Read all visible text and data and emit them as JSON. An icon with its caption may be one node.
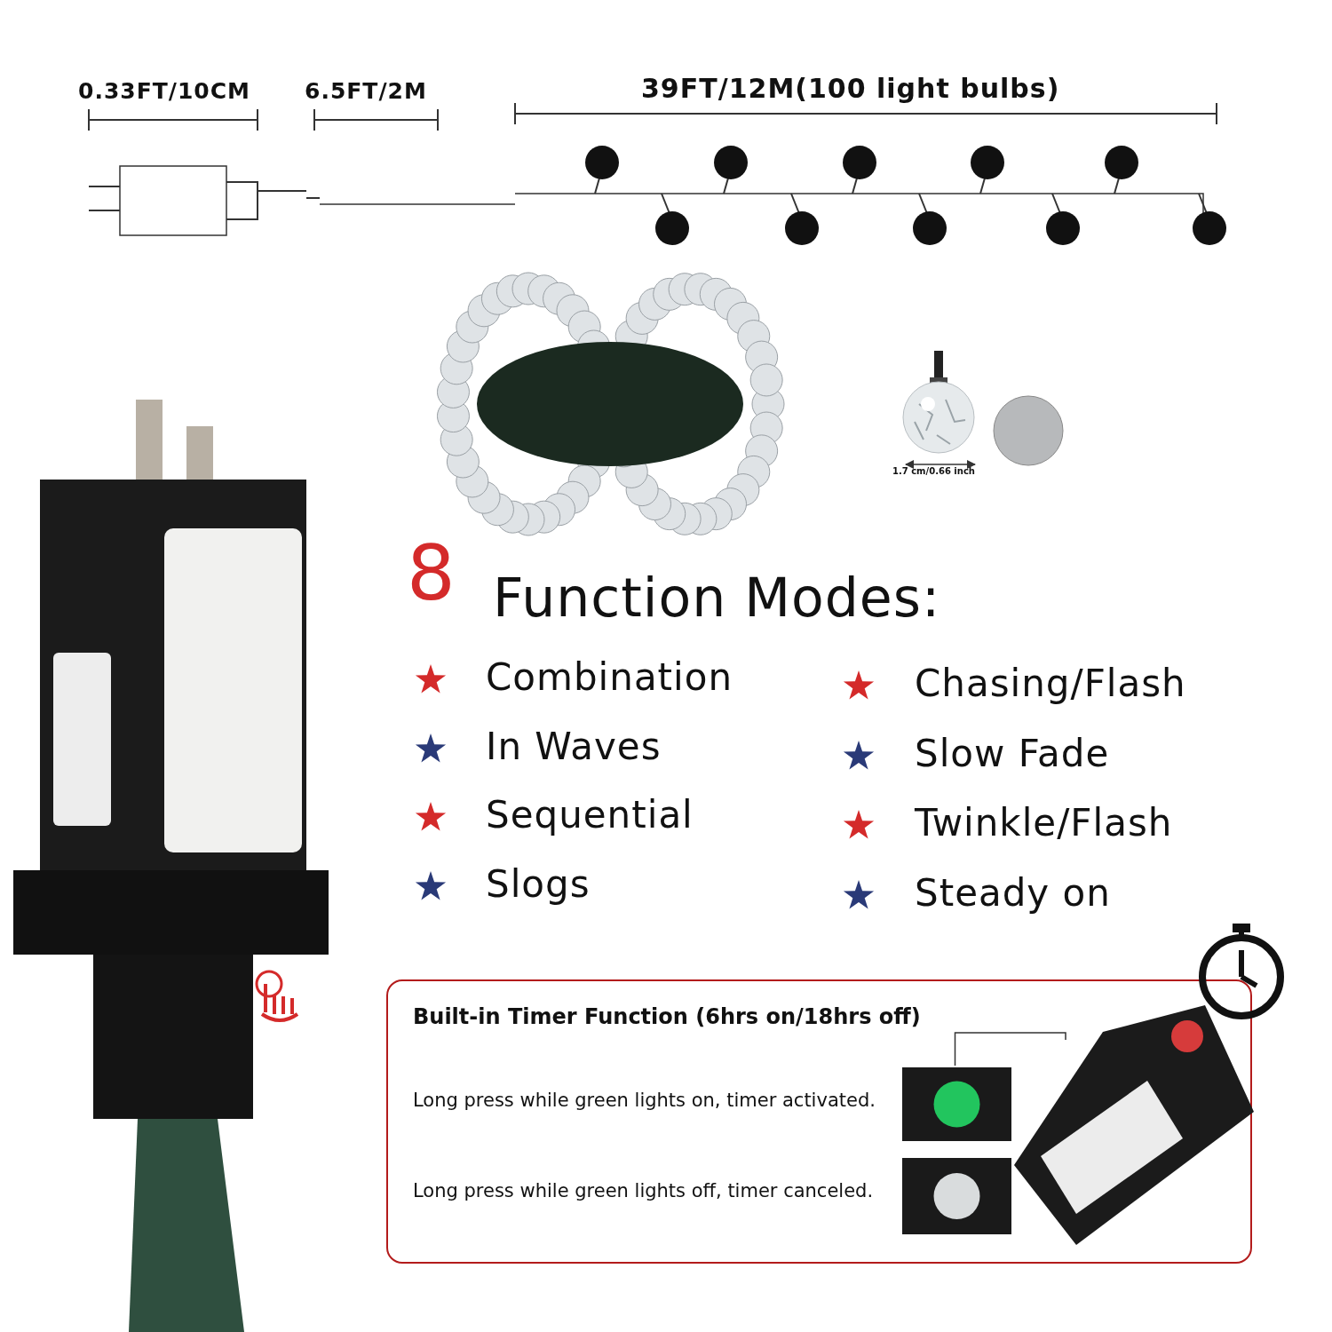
{
  "diagram": {
    "nodes": [
      {
        "text": [],
        "shape": "picture"
      },
      {
        "text": [],
        "shape": "picture"
      },
      {
        "text": [],
        "shape": "picture"
      },
      {
        "text": [],
        "shape": "picture",
        "beside": [
          "1.7 cm/0.66 inch"
        ]
      },
      {
        "text": [],
        "shape": "circle"
      },
      {
        "text": [],
        "shape": "picture"
      },
      {
        "text": [
          "Built-in Timer  Function (6hrs on/18hrs off)",
          "Long press while green lights on, timer activated.",
          "Long press while green lights off, timer canceled."
        ]
      },
      {
        "text": [],
        "shape": "picture",
        "in": 6
      },
      {
        "text": [],
        "shape": "picture",
        "in": 6
      },
      {
        "text": [],
        "shape": "picture",
        "in": 6
      }
    ],
    "edges": [
      {
        "from": 0,
        "to": 1,
        "arrow": "none"
      },
      {
        "from": 7,
        "to": 9,
        "arrow": "none"
      }
    ],
    "labels": [
      "0.33FT/10CM",
      "6.5FT/2M",
      "39FT/12M(100 light bulbs)",
      "8",
      "Function Modes:",
      "Combination",
      "Chasing/Flash",
      "In Waves",
      "Slow Fade",
      "Sequential",
      "Twinkle/Flash",
      "Slogs",
      "Steady on"
    ]
  }
}
